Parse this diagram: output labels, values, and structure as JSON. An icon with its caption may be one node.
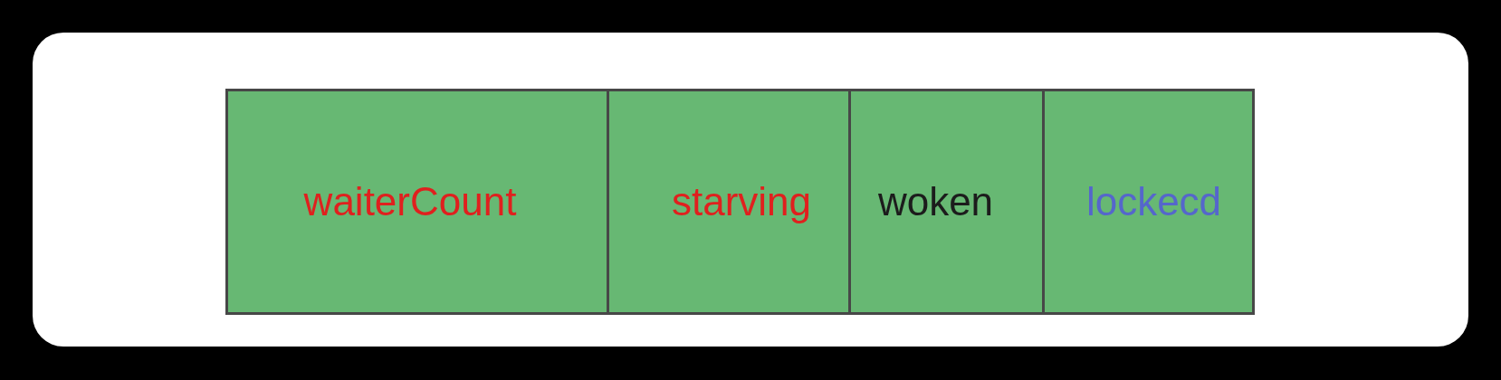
{
  "diagram": {
    "nodes": [
      {
        "text": [
          "waiterCount"
        ]
      },
      {
        "text": [
          "starving"
        ]
      },
      {
        "text": [
          "woken"
        ]
      },
      {
        "text": [
          "lockecd"
        ]
      }
    ]
  }
}
